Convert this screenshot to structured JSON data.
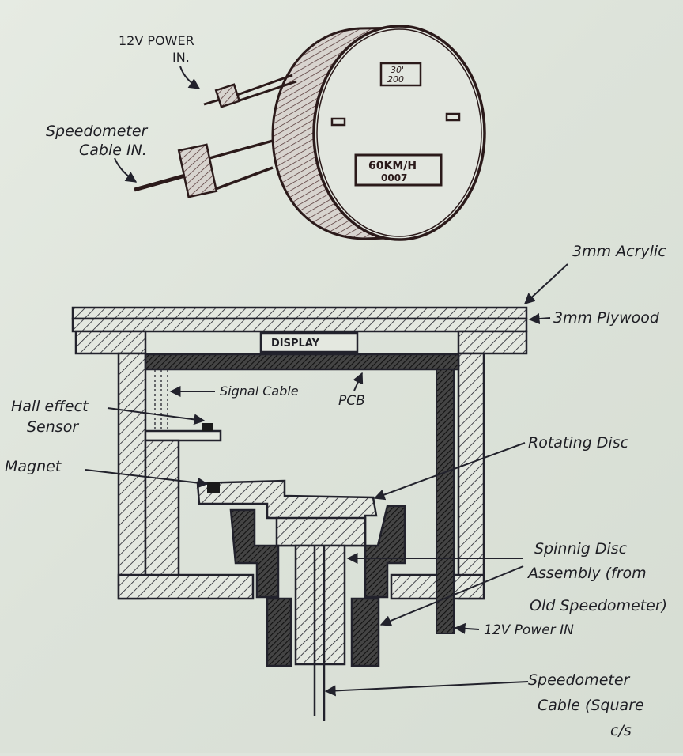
{
  "sketch": {
    "labels": {
      "power_in_top_line1": "12V POWER",
      "power_in_top_line2": "IN.",
      "speedo_cable_in_line1": "Speedometer",
      "speedo_cable_in_line2": "Cable IN.",
      "display_small_line1": "30'",
      "display_small_line2": "200",
      "display_speed_line1": "60KM/H",
      "display_speed_line2": "0007"
    }
  },
  "diagram": {
    "labels": {
      "acrylic": "3mm Acrylic",
      "plywood": "3mm Plywood",
      "display": "DISPLAY",
      "signal_cable": "Signal Cable",
      "pcb": "PCB",
      "hall_sensor_line1": "Hall effect",
      "hall_sensor_line2": "Sensor",
      "magnet": "Magnet",
      "rotating_disc": "Rotating Disc",
      "spinning_line1": "Spinnig  Disc",
      "spinning_line2": "Assembly (from",
      "spinning_line3": "Old Speedometer)",
      "power_in": "12V Power IN",
      "speedo_cable_line1": "Speedometer",
      "speedo_cable_line2": "Cable (Square",
      "speedo_cable_line3": "c/s"
    }
  },
  "colors": {
    "ink_blue": "#22222c",
    "ink_brown": "#2b1a1a",
    "paper": "#e1e6de"
  }
}
